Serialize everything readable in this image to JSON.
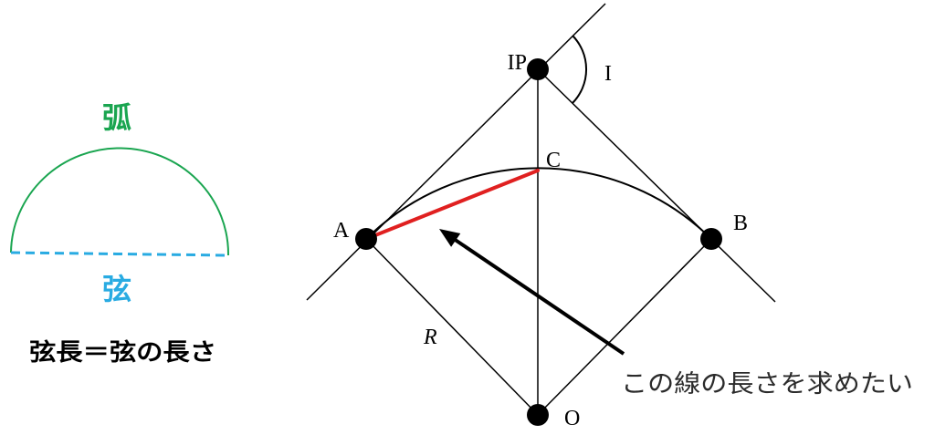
{
  "left": {
    "arc_label": "弧",
    "chord_label": "弦",
    "definition": "弦長＝弦の長さ"
  },
  "diagram": {
    "points": {
      "ip": "IP",
      "c": "C",
      "a": "A",
      "b": "B",
      "o": "O"
    },
    "angle_label": "I",
    "radius_label": "R",
    "annotation": "この線の長さを求めたい"
  },
  "colors": {
    "arc": "#1aa550",
    "chord": "#29abe2",
    "highlight": "#e02020",
    "ink": "#000000",
    "annotation_text": "#2b2b2b"
  }
}
